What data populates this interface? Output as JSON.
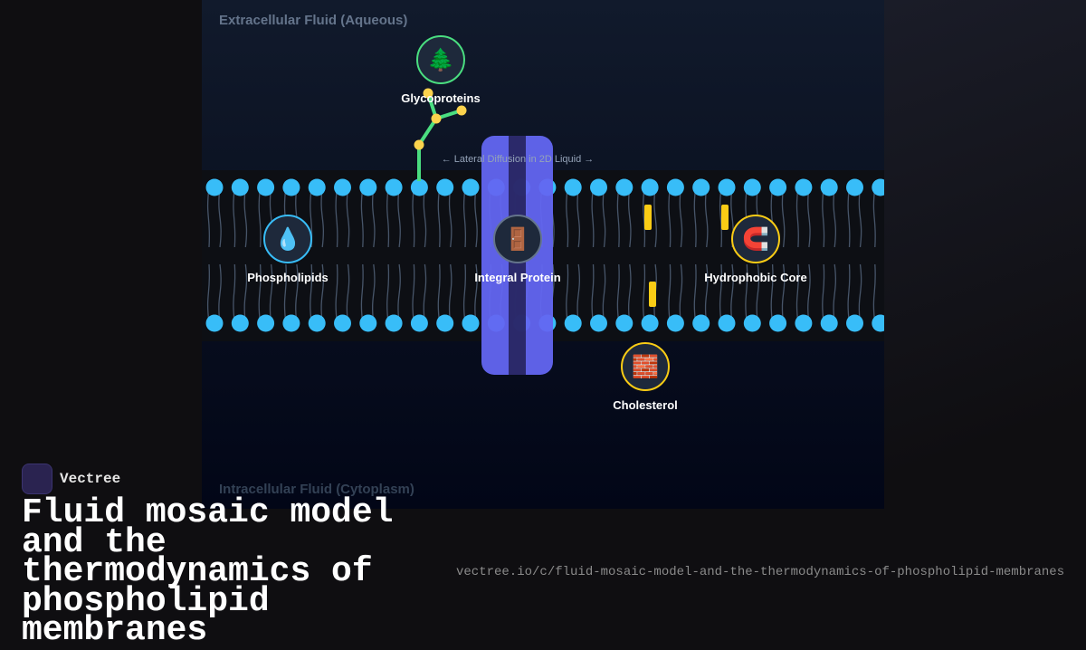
{
  "diagram": {
    "extracellular_label": "Extracellular Fluid (Aqueous)",
    "intracellular_label": "Intracellular Fluid (Cytoplasm)",
    "diffusion_label": "← Lateral Diffusion in 2D Liquid →",
    "nodes": [
      {
        "label": "Glycoproteins",
        "icon": "🌲",
        "icon_name": "tree-icon",
        "color": "#4ade80"
      },
      {
        "label": "Phospholipids",
        "icon": "💧",
        "icon_name": "droplet-icon",
        "color": "#38bdf8"
      },
      {
        "label": "Integral Protein",
        "icon": "🚪",
        "icon_name": "door-icon",
        "color": "#64748b"
      },
      {
        "label": "Hydrophobic Core",
        "icon": "🧲",
        "icon_name": "magnet-icon",
        "color": "#facc15"
      },
      {
        "label": "Cholesterol",
        "icon": "🧱",
        "icon_name": "brick-icon",
        "color": "#facc15"
      }
    ],
    "colors": {
      "head": "#38bdf8",
      "protein": "#6366f1",
      "cholesterol": "#facc15",
      "sugar_chain": "#4ade80"
    }
  },
  "brand": {
    "name": "Vectree"
  },
  "title": "Fluid mosaic model and the thermodynamics of phospholipid membranes",
  "url": "vectree.io/c/fluid-mosaic-model-and-the-thermodynamics-of-phospholipid-membranes"
}
